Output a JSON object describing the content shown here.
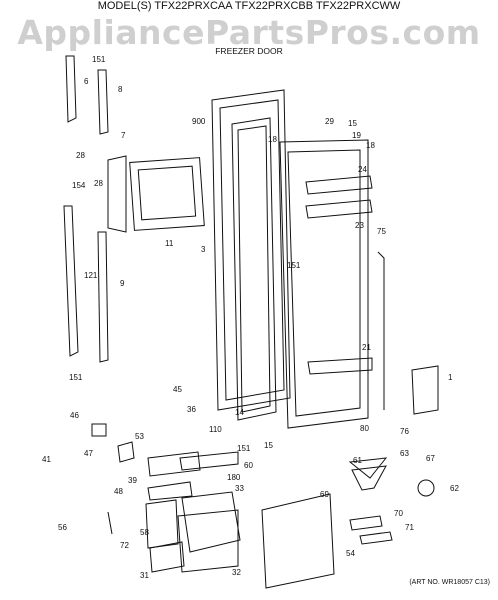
{
  "header": {
    "models": "MODEL(S) TFX22PRXCAA  TFX22PRXCBB  TFX22PRXCWW",
    "watermark": "AppliancePartsPros.com",
    "section_title": "FREEZER DOOR",
    "art_no": "(ART NO. WR18057 C13)"
  },
  "callouts": [
    "151",
    "6",
    "8",
    "900",
    "29",
    "15",
    "19",
    "18",
    "18",
    "7",
    "28",
    "24",
    "154",
    "28",
    "23",
    "11",
    "3",
    "75",
    "121",
    "9",
    "151",
    "21",
    "1",
    "151",
    "45",
    "36",
    "46",
    "14",
    "110",
    "15",
    "80",
    "76",
    "53",
    "151",
    "47",
    "60",
    "63",
    "67",
    "41",
    "61",
    "39",
    "180",
    "48",
    "33",
    "62",
    "69",
    "70",
    "56",
    "71",
    "72",
    "58",
    "54",
    "31",
    "32"
  ],
  "colors": {
    "line": "#111111",
    "watermark": "#cfcfcf",
    "background": "#ffffff"
  }
}
